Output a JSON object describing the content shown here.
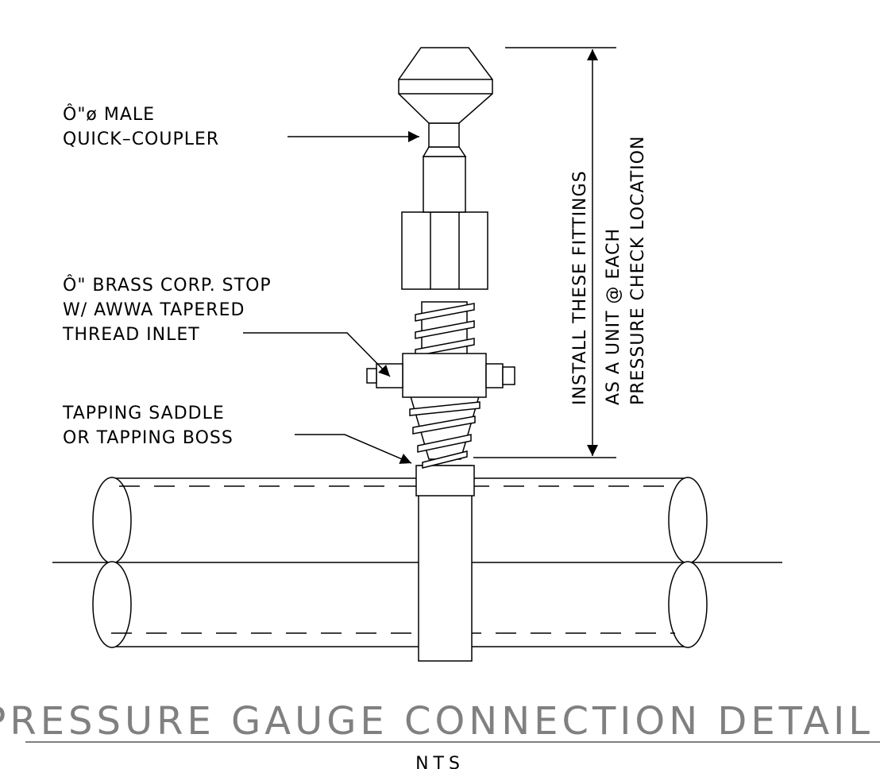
{
  "callouts": {
    "quick_coupler": [
      "Ô\"ø MALE",
      "QUICK–COUPLER"
    ],
    "corp_stop": [
      "Ô\" BRASS CORP. STOP",
      "W/ AWWA TAPERED",
      "THREAD INLET"
    ],
    "tapping_saddle": [
      "TAPPING SADDLE",
      "OR TAPPING BOSS"
    ]
  },
  "dimension_note": [
    "INSTALL THESE FITTINGS",
    "AS A UNIT @ EACH",
    "PRESSURE CHECK LOCATION"
  ],
  "title": "PRESSURE GAUGE CONNECTION DETAIL",
  "scale": "NTS",
  "colors": {
    "linework": "#000000",
    "title": "#808080",
    "background": "#ffffff"
  }
}
